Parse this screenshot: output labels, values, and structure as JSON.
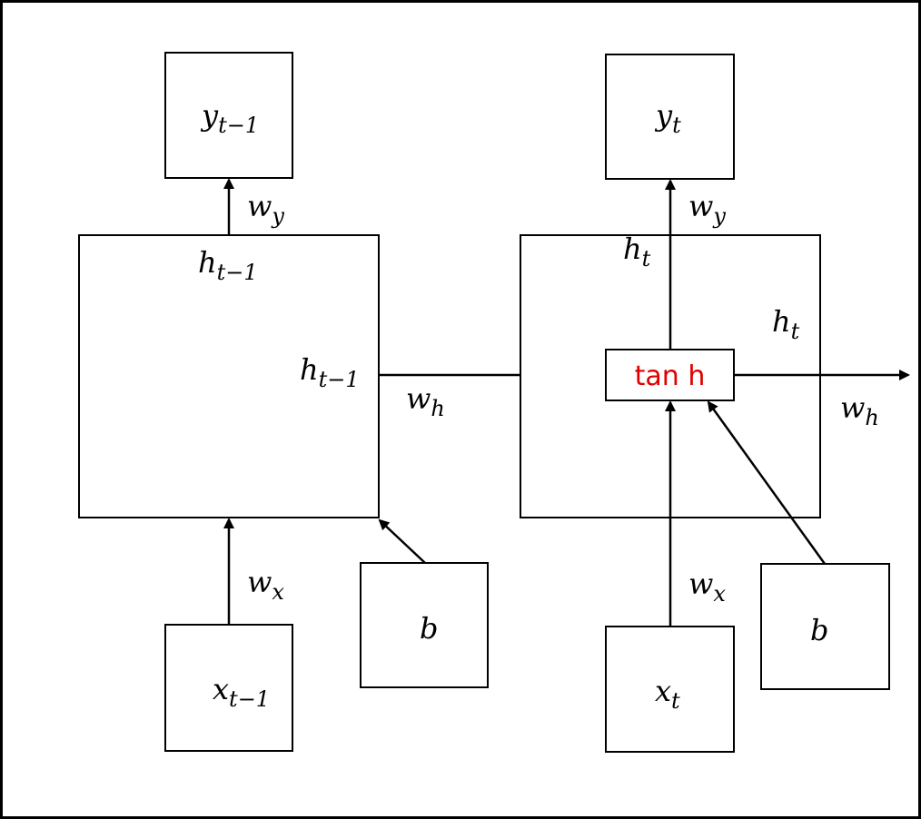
{
  "colors": {
    "stroke": "#000000",
    "background": "#ffffff",
    "activation_text": "#e00000"
  },
  "nodes": {
    "y_prev": {
      "base": "y",
      "sub": "t−1"
    },
    "y_cur": {
      "base": "y",
      "sub": "t"
    },
    "h_prev_box_label": {
      "base": "h",
      "sub": "t−1"
    },
    "h_prev_out_label": {
      "base": "h",
      "sub": "t−1"
    },
    "h_cur_up_label": {
      "base": "h",
      "sub": "t"
    },
    "h_cur_right_label": {
      "base": "h",
      "sub": "t"
    },
    "x_prev": {
      "base": "x",
      "sub": "t−1"
    },
    "x_cur": {
      "base": "x",
      "sub": "t"
    },
    "b_prev": {
      "base": "b"
    },
    "b_cur": {
      "base": "b"
    },
    "activation": "tan h"
  },
  "weights": {
    "wy_prev": {
      "base": "w",
      "sub": "y"
    },
    "wy_cur": {
      "base": "w",
      "sub": "y"
    },
    "wh_mid": {
      "base": "w",
      "sub": "h"
    },
    "wh_out": {
      "base": "w",
      "sub": "h"
    },
    "wx_prev": {
      "base": "w",
      "sub": "x"
    },
    "wx_cur": {
      "base": "w",
      "sub": "x"
    }
  }
}
